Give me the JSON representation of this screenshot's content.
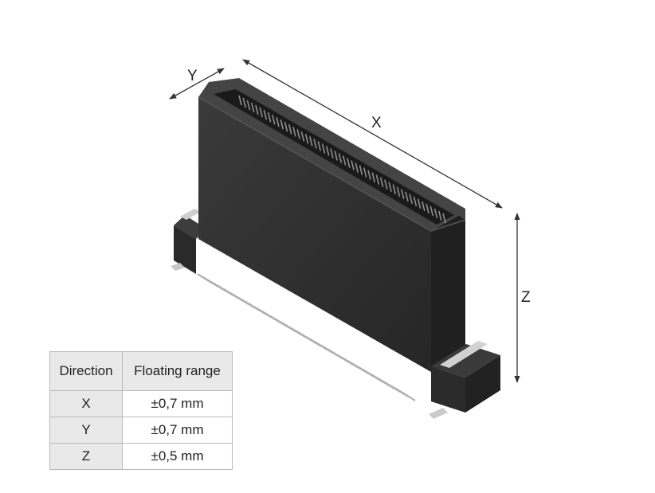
{
  "dimension_labels": {
    "x": "X",
    "y": "Y",
    "z": "Z"
  },
  "colors": {
    "connector_front": "#2f2f2f",
    "connector_top": "#404040",
    "connector_side": "#252525",
    "pins": "#b0b0b0",
    "dimension_line": "#333333"
  },
  "table": {
    "headers": [
      "Direction",
      "Floating range"
    ],
    "rows": [
      {
        "direction": "X",
        "range": "±0,7 mm"
      },
      {
        "direction": "Y",
        "range": "±0,7 mm"
      },
      {
        "direction": "Z",
        "range": "±0,5 mm"
      }
    ]
  }
}
